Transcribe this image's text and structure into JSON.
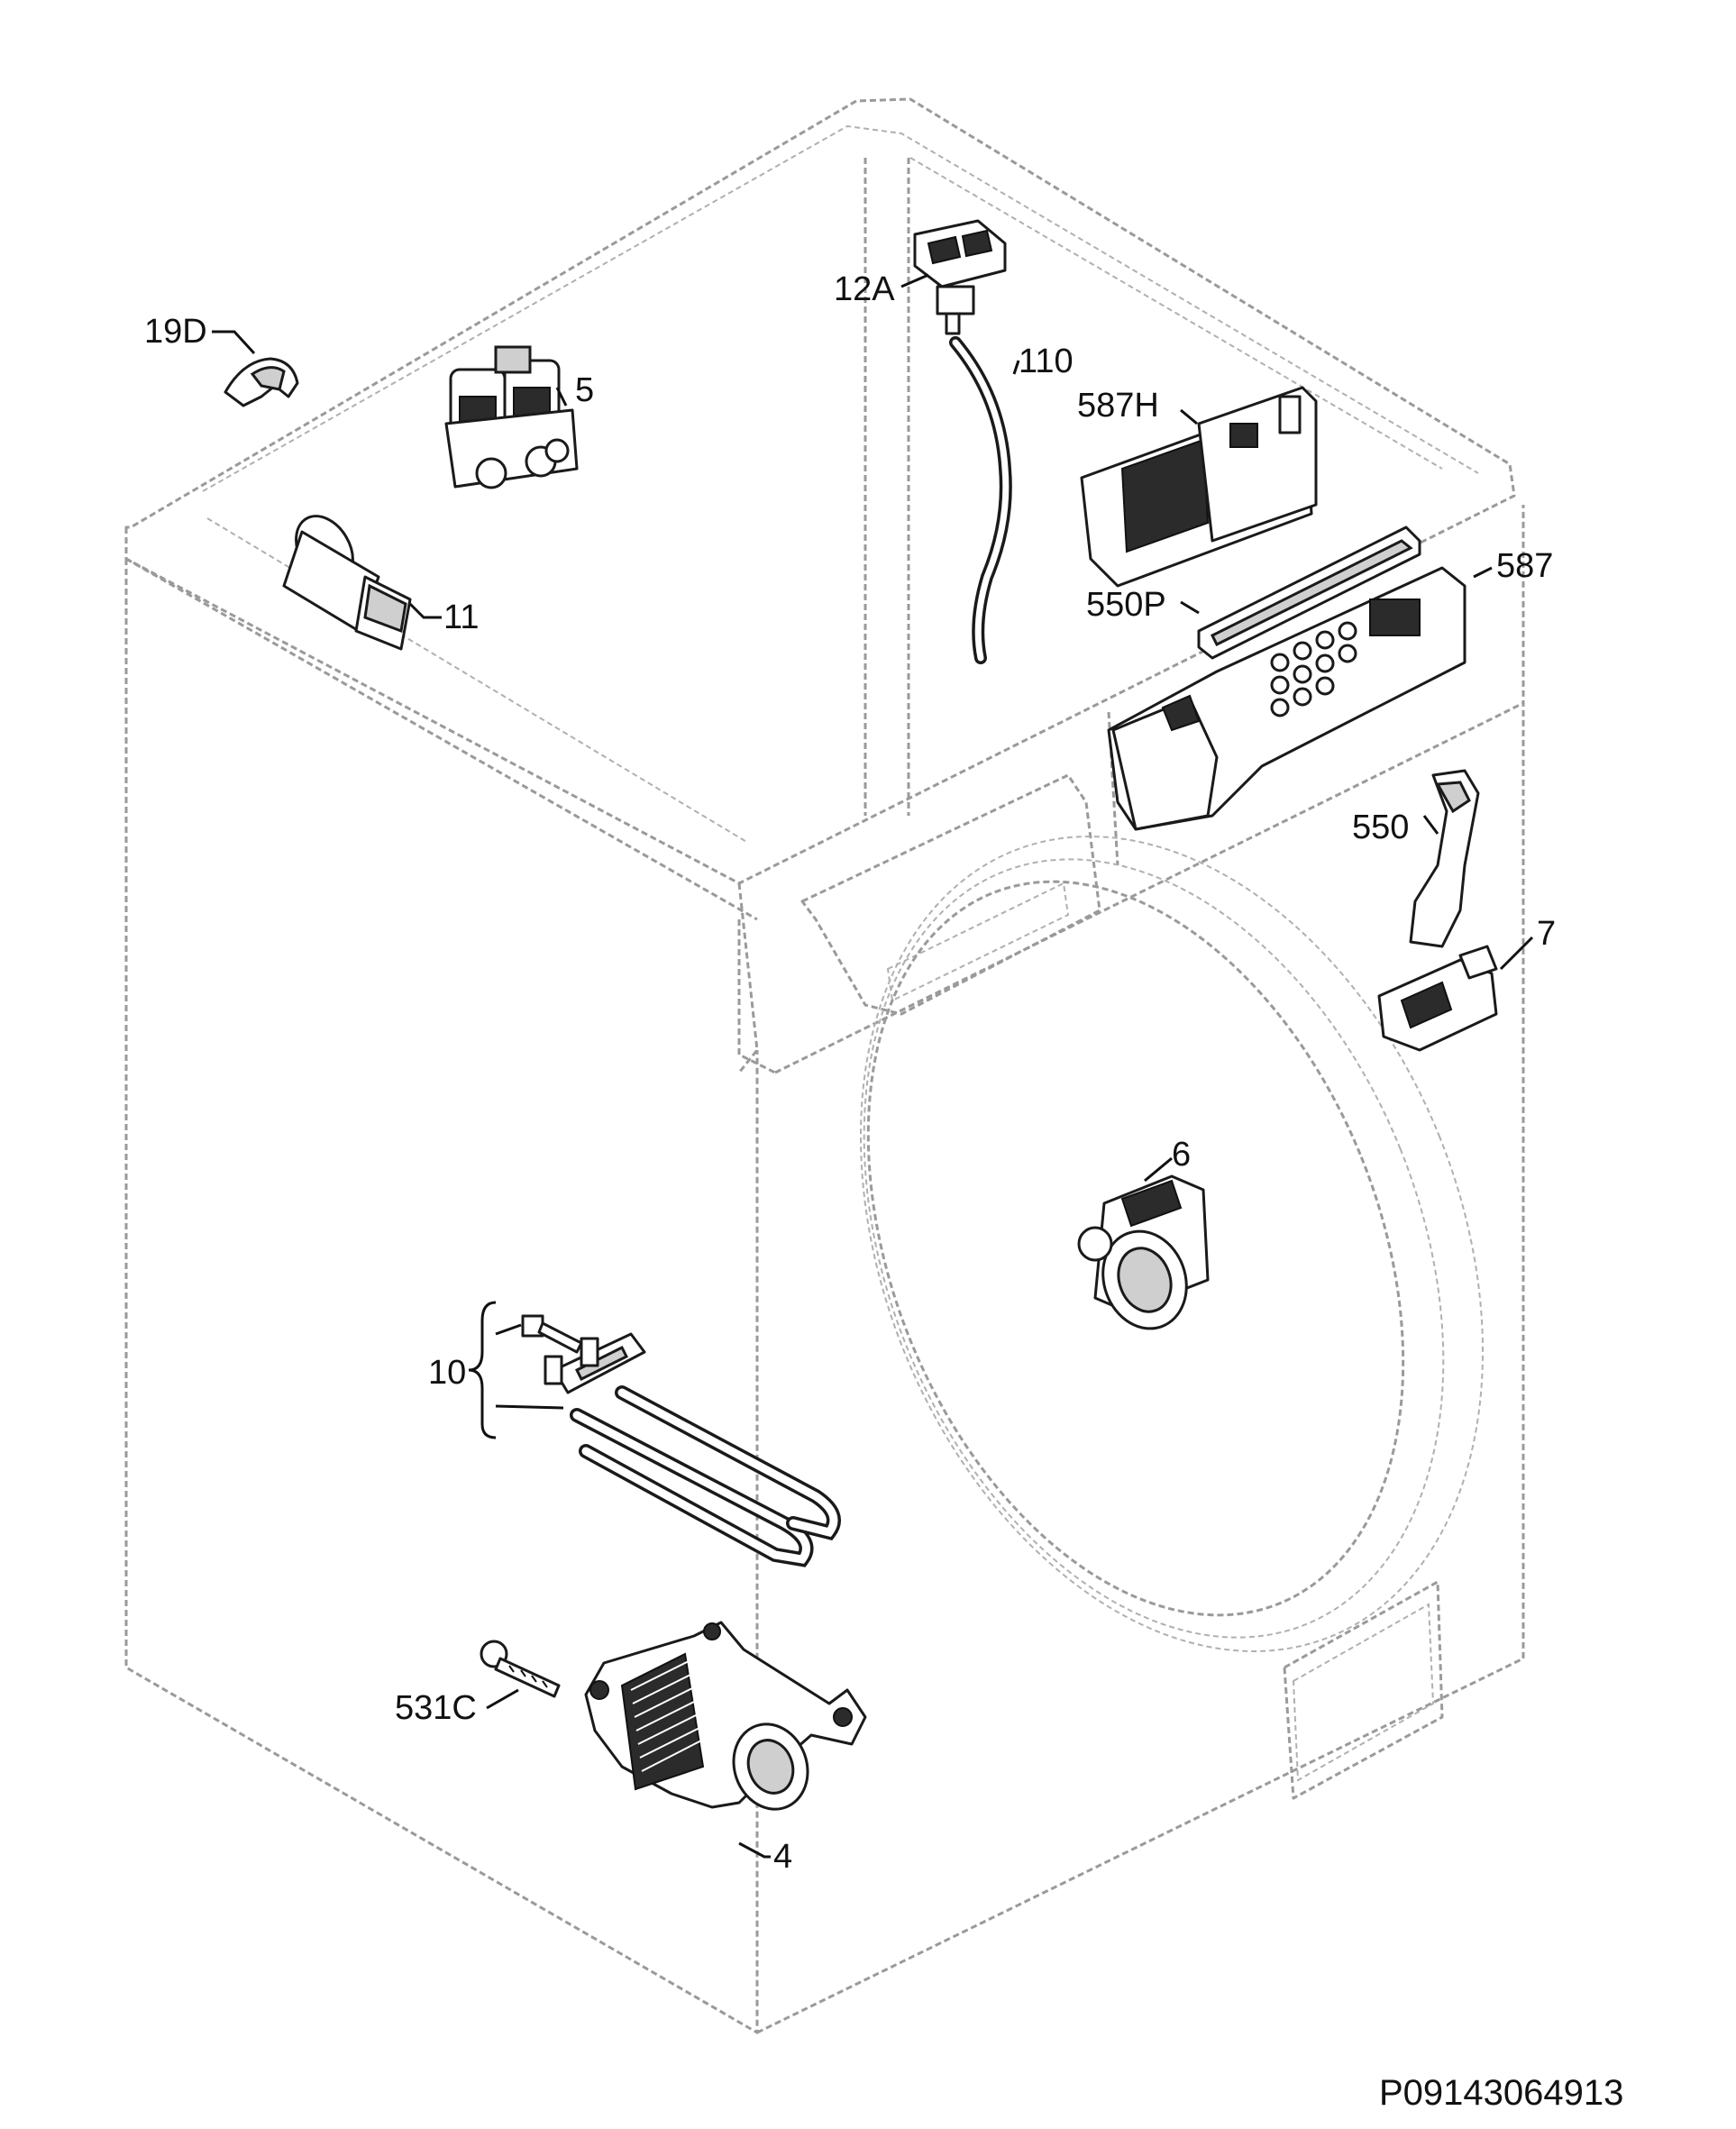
{
  "labels": {
    "l19D": "19D",
    "l5": "5",
    "l11": "11",
    "l12A": "12A",
    "l110": "110",
    "l587H": "587H",
    "l550P": "550P",
    "l587": "587",
    "l550": "550",
    "l7": "7",
    "l6": "6",
    "l10": "10",
    "l531C": "531C",
    "l4": "4"
  },
  "drawing_code": "P09143064913",
  "colors": {
    "outline": "#9a9a9a",
    "ink": "#1a1a1a"
  }
}
